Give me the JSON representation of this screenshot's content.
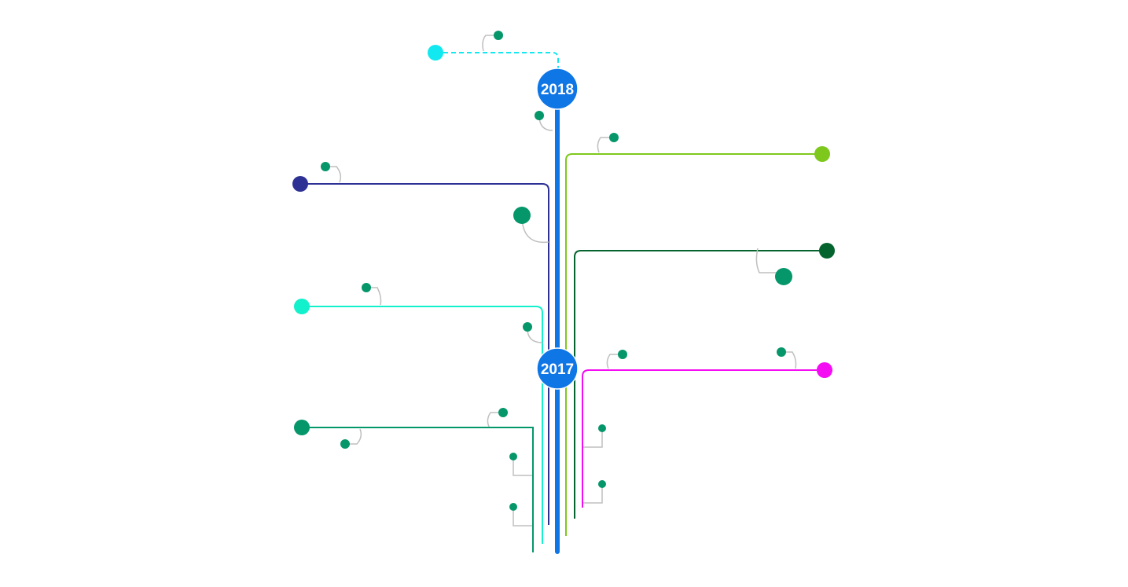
{
  "timeline": {
    "years": [
      "2018",
      "2017"
    ],
    "main_color": "#0f76e6",
    "connector_color": "#bfbfbf",
    "leaf_node_color": "#05966a"
  },
  "branches": [
    {
      "id": "cyan-top",
      "color": "#12e8f0",
      "style": "dashed",
      "side": "left"
    },
    {
      "id": "navy",
      "color": "#2e3194",
      "style": "solid",
      "side": "left"
    },
    {
      "id": "lime",
      "color": "#7ec81e",
      "style": "solid",
      "side": "right"
    },
    {
      "id": "dark-green",
      "color": "#05632d",
      "style": "solid",
      "side": "right"
    },
    {
      "id": "aqua",
      "color": "#12f0cc",
      "style": "solid",
      "side": "left"
    },
    {
      "id": "magenta",
      "color": "#f40cf2",
      "style": "solid",
      "side": "right"
    },
    {
      "id": "green",
      "color": "#05966a",
      "style": "solid",
      "side": "left"
    }
  ]
}
